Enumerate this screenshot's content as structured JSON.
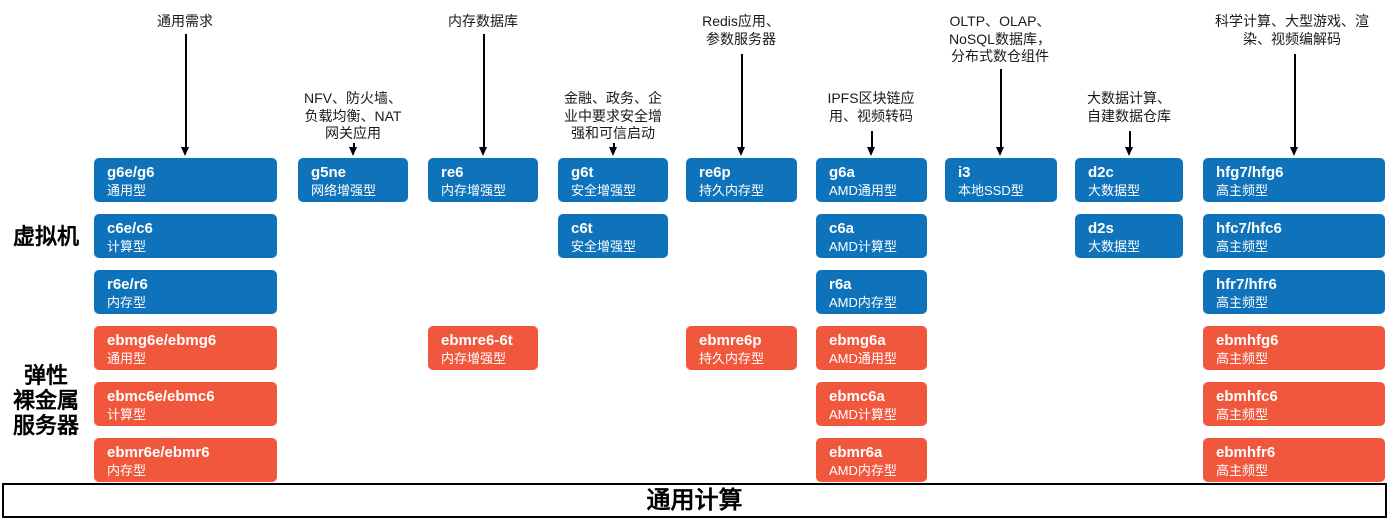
{
  "groups": {
    "vm": "虚拟机",
    "bare_metal": "弹性\n裸金属\n服务器"
  },
  "footer": {
    "title": "通用计算"
  },
  "colors": {
    "vm_box": "#0e73ba",
    "bare_metal_box": "#f0573c",
    "arrow": "#000000",
    "footer_border": "#000000"
  },
  "columns": [
    {
      "annotation": "通用需求",
      "boxes": [
        {
          "code": "g6e/g6",
          "label": "通用型",
          "type": "vm"
        },
        {
          "code": "c6e/c6",
          "label": "计算型",
          "type": "vm"
        },
        {
          "code": "r6e/r6",
          "label": "内存型",
          "type": "vm"
        },
        {
          "code": "ebmg6e/ebmg6",
          "label": "通用型",
          "type": "bare-metal"
        },
        {
          "code": "ebmc6e/ebmc6",
          "label": "计算型",
          "type": "bare-metal"
        },
        {
          "code": "ebmr6e/ebmr6",
          "label": "内存型",
          "type": "bare-metal"
        }
      ]
    },
    {
      "annotation": "NFV、防火墙、\n负载均衡、NAT\n网关应用",
      "boxes": [
        {
          "code": "g5ne",
          "label": "网络增强型",
          "type": "vm"
        }
      ]
    },
    {
      "annotation": "内存数据库",
      "boxes": [
        {
          "code": "re6",
          "label": "内存增强型",
          "type": "vm"
        },
        {
          "code": "ebmre6-6t",
          "label": "内存增强型",
          "type": "bare-metal"
        }
      ]
    },
    {
      "annotation": "金融、政务、企\n业中要求安全增\n强和可信启动",
      "boxes": [
        {
          "code": "g6t",
          "label": "安全增强型",
          "type": "vm"
        },
        {
          "code": "c6t",
          "label": "安全增强型",
          "type": "vm"
        }
      ]
    },
    {
      "annotation": "Redis应用、\n参数服务器",
      "boxes": [
        {
          "code": "re6p",
          "label": "持久内存型",
          "type": "vm"
        },
        {
          "code": "ebmre6p",
          "label": "持久内存型",
          "type": "bare-metal"
        }
      ]
    },
    {
      "annotation": "IPFS区块链应\n用、视频转码",
      "boxes": [
        {
          "code": "g6a",
          "label": "AMD通用型",
          "type": "vm"
        },
        {
          "code": "c6a",
          "label": "AMD计算型",
          "type": "vm"
        },
        {
          "code": "r6a",
          "label": "AMD内存型",
          "type": "vm"
        },
        {
          "code": "ebmg6a",
          "label": "AMD通用型",
          "type": "bare-metal"
        },
        {
          "code": "ebmc6a",
          "label": "AMD计算型",
          "type": "bare-metal"
        },
        {
          "code": "ebmr6a",
          "label": "AMD内存型",
          "type": "bare-metal"
        }
      ]
    },
    {
      "annotation": "OLTP、OLAP、\nNoSQL数据库，\n分布式数仓组件",
      "boxes": [
        {
          "code": "i3",
          "label": "本地SSD型",
          "type": "vm"
        }
      ]
    },
    {
      "annotation": "大数据计算、\n自建数据仓库",
      "boxes": [
        {
          "code": "d2c",
          "label": "大数据型",
          "type": "vm"
        },
        {
          "code": "d2s",
          "label": "大数据型",
          "type": "vm"
        }
      ]
    },
    {
      "annotation": "科学计算、大型游戏、渲\n染、视频编解码",
      "boxes": [
        {
          "code": "hfg7/hfg6",
          "label": "高主频型",
          "type": "vm"
        },
        {
          "code": "hfc7/hfc6",
          "label": "高主频型",
          "type": "vm"
        },
        {
          "code": "hfr7/hfr6",
          "label": "高主频型",
          "type": "vm"
        },
        {
          "code": "ebmhfg6",
          "label": "高主频型",
          "type": "bare-metal"
        },
        {
          "code": "ebmhfc6",
          "label": "高主频型",
          "type": "bare-metal"
        },
        {
          "code": "ebmhfr6",
          "label": "高主频型",
          "type": "bare-metal"
        }
      ]
    }
  ]
}
